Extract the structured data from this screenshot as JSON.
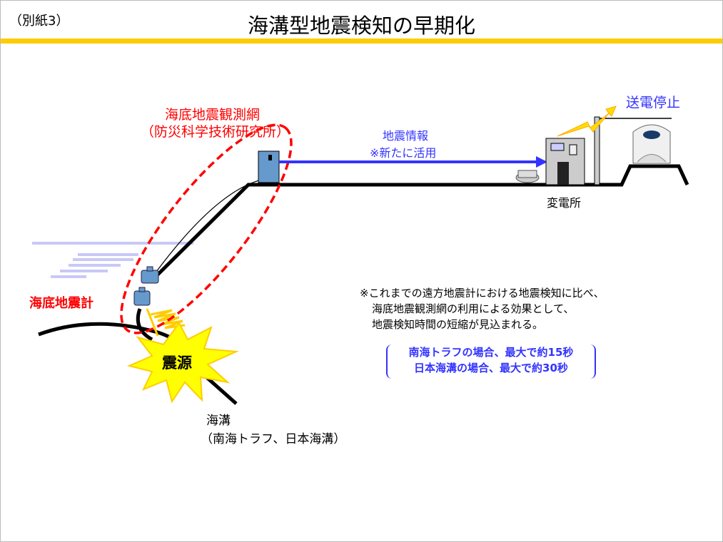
{
  "header": {
    "subtitle": "（別紙3）",
    "title": "海溝型地震検知の早期化"
  },
  "diagram": {
    "network_label": "海底地震観測網",
    "network_org": "（防災科学技術研究所）",
    "info_label": "地震情報",
    "info_note": "※新たに活用",
    "power_stop": "送電停止",
    "substation": "変電所",
    "seismometer": "海底地震計",
    "epicenter": "震源",
    "trench": "海溝",
    "trench_examples": "（南海トラフ、日本海溝）"
  },
  "note": {
    "lines": [
      "※これまでの遠方地震計における地震検知に比べ、",
      "海底地震観測網の利用による効果として、",
      "地震検知時間の短縮が見込まれる。"
    ],
    "effects": [
      "南海トラフの場合、最大で約15秒",
      "日本海溝の場合、最大で約30秒"
    ]
  },
  "colors": {
    "accent": "#ffcc00",
    "red": "#ff0000",
    "blue": "#3333ff",
    "equipment": "#6699cc"
  }
}
